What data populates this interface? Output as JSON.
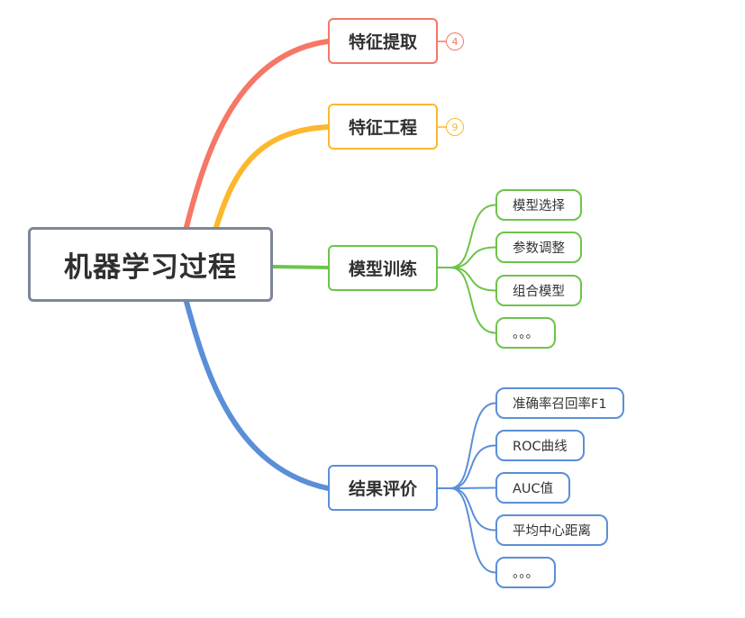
{
  "root": {
    "label": "机器学习过程",
    "color": "#7d8798"
  },
  "branches": [
    {
      "label": "特征提取",
      "color": "#f57766",
      "badge": "4",
      "children": []
    },
    {
      "label": "特征工程",
      "color": "#fdb72c",
      "badge": "9",
      "children": []
    },
    {
      "label": "模型训练",
      "color": "#6cc44a",
      "children": [
        "模型选择",
        "参数调整",
        "组合模型",
        "。。。"
      ]
    },
    {
      "label": "结果评价",
      "color": "#5a8fd8",
      "children": [
        "准确率召回率F1",
        "ROC曲线",
        "AUC值",
        "平均中心距离",
        "。。。"
      ]
    }
  ]
}
